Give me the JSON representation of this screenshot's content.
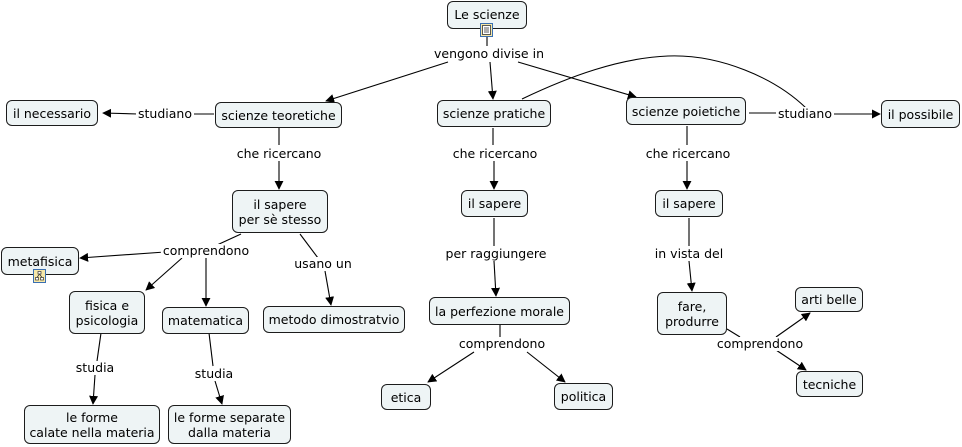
{
  "nodes": {
    "le_scienze": "Le scienze",
    "il_necessario": "il necessario",
    "scienze_teoretiche": "scienze teoretiche",
    "scienze_pratiche": "scienze pratiche",
    "scienze_poietiche": "scienze poietiche",
    "il_possibile": "il possibile",
    "sapere_se_stesso": "il sapere\nper sè stesso",
    "il_sapere_pratiche": "il sapere",
    "il_sapere_poietiche": "il sapere",
    "metafisica": "metafisica",
    "fisica_psicologia": "fisica e\npsicologia",
    "matematica": "matematica",
    "metodo": "metodo dimostratvio",
    "perfezione_morale": "la perfezione morale",
    "fare_produrre": "fare,\nprodurre",
    "arti_belle": "arti belle",
    "tecniche": "tecniche",
    "etica": "etica",
    "politica": "politica",
    "forme_calate": "le forme\ncalate nella materia",
    "forme_separate": "le forme separate\ndalla materia"
  },
  "links": {
    "vengono_divise_in": "vengono divise in",
    "studiano_left": "studiano",
    "studiano_right": "studiano",
    "che_ricercano_1": "che ricercano",
    "che_ricercano_2": "che ricercano",
    "che_ricercano_3": "che ricercano",
    "comprendono_1": "comprendono",
    "usano_un": "usano un",
    "per_raggiungere": "per raggiungere",
    "in_vista_del": "in vista del",
    "comprendono_2": "comprendono",
    "comprendono_3": "comprendono",
    "studia_1": "studia",
    "studia_2": "studia"
  },
  "icons": {
    "le_scienze_resource": "document-resource-icon",
    "metafisica_resource": "concept-map-resource-icon"
  },
  "colors": {
    "node_fill": "#eef4f5",
    "node_border": "#1c1c1c",
    "line": "#000000"
  }
}
